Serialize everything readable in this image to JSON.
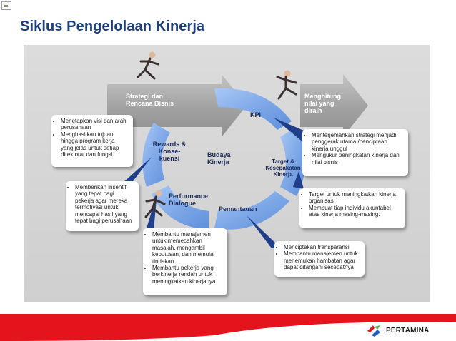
{
  "title": "Siklus Pengelolaan Kinerja",
  "colors": {
    "title": "#1f3f7a",
    "cycle_blue": "#7ea8e8",
    "arrow_gray": "#a9a9a9",
    "footer_red": "#e3141b",
    "bullet_box": "#ffffff"
  },
  "diagram": {
    "center": "Budaya Kinerja",
    "strategy_arrow": "Strategi dan Rencana Bisnis",
    "value_arrow": "Menghitung nilai yang diraih",
    "stages": {
      "kpi": "KPI",
      "target": "Target & Kesepakatan Kinerja",
      "pemantauan": "Pemantauan",
      "performance": "Performance Dialogue",
      "rewards": "Rewards & Konse- kuensi"
    },
    "boxes": {
      "strategy": [
        "Menetapkan visi dan arah perusahaan",
        "Menghasilkan tujuan hingga program kerja yang jelas untuk setiap direktorat dan fungsi"
      ],
      "kpi": [
        "Menterjemahkan strategi menjadi penggerak utama /penciptaan kinerja unggul",
        "Mengukur peningkatan kinerja dan nilai bisnis"
      ],
      "target": [
        "Target untuk meningkatkan kinerja organisasi",
        "Membuat tiap individu akuntabel atas kinerja masing-masing."
      ],
      "pemantauan": [
        "Menciptakan transparansi",
        "Membantu manajemen untuk menemukan hambatan agar dapat ditangani secepatnya"
      ],
      "performance": [
        "Membantu manajemen untuk memecahkan masalah, mengambil keputusan, dan memulai tindakan",
        "Membantu pekerja yang berkinerja rendah untuk meningkatkan kinerjanya"
      ],
      "rewards": [
        "Memberikan insentif yang tepat bagi pekerja agar mereka termotivasi untuk mencapai hasil yang tepat bagi perusahaan"
      ]
    }
  },
  "footer": {
    "brand": "PERTAMINA"
  }
}
